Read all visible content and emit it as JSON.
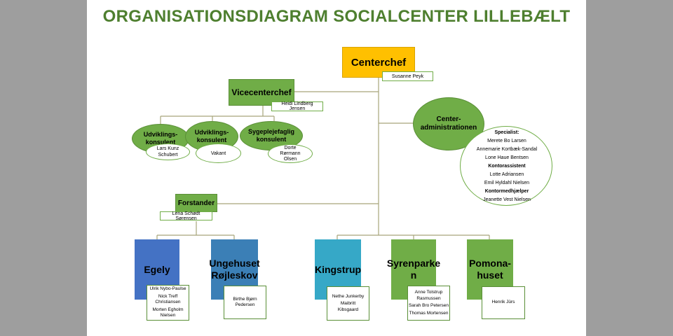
{
  "title": "ORGANISATIONSDIAGRAM SOCIALCENTER LILLEBÆLT",
  "colors": {
    "title": "#4e7f2f",
    "green_box": "#70ad47",
    "chief_box": "#ffc000",
    "egely": "#4472c4",
    "ungehuset": "#3b7fb6",
    "kingstrup": "#36a8c7",
    "connector": "#a6a57a",
    "backdrop": "#9e9e9e"
  },
  "centerchef": {
    "label": "Centerchef",
    "name": "Susanne Peyk"
  },
  "vicecenterchef": {
    "label": "Vicecenterchef",
    "name": "Heidi Lindberg Jensen"
  },
  "consultants": [
    {
      "label": "Udviklings-\nkonsulent",
      "name": "Lars Kunz\nSchubert"
    },
    {
      "label": "Udviklings-\nkonsulent",
      "name": "Vakant"
    },
    {
      "label": "Sygeplejefaglig\nkonsulent",
      "name": "Dorte\nRørmann\nOlsen"
    }
  ],
  "administration": {
    "label": "Center-\nadministrationen",
    "staff": [
      {
        "text": "Specialist:",
        "bold": true
      },
      {
        "text": "Merete Bo Larsen",
        "bold": false
      },
      {
        "text": "Annemarie Kortbæk-Sandal",
        "bold": false
      },
      {
        "text": "Lone Haue Bentsen",
        "bold": false
      },
      {
        "text": "Kontorassistent",
        "bold": true
      },
      {
        "text": "Lotte Adriansen",
        "bold": false
      },
      {
        "text": "Emil Hyldahl Nielsen",
        "bold": false
      },
      {
        "text": "Kontormedhjælper",
        "bold": true
      },
      {
        "text": "Jeanette Vest Nielsen",
        "bold": false
      }
    ]
  },
  "forstander": {
    "label": "Forstander",
    "name": "Lena Schødt Sørensen"
  },
  "departments": [
    {
      "label": "Egely",
      "staff": [
        "Ulrik Nybo-Paulse",
        "Nick Treff\nChristiansen",
        "Morten Egholm\nNielsen"
      ]
    },
    {
      "label": "Ungehuset\nRøjleskov",
      "staff": [
        "Birthe Bjørn\nPedersen"
      ]
    },
    {
      "label": "Kingstrup",
      "staff": [
        "Nethe Junkerby",
        "Maibritt\nKibsgaard"
      ]
    },
    {
      "label": "Syrenparke\nn",
      "staff": [
        "Anne Tolstrup\nRasmussen",
        "Sarah Bro Petersen",
        "Thomas Mortensen"
      ]
    },
    {
      "label": "Pomona-\nhuset",
      "staff": [
        "Henrik Jürs"
      ]
    }
  ]
}
